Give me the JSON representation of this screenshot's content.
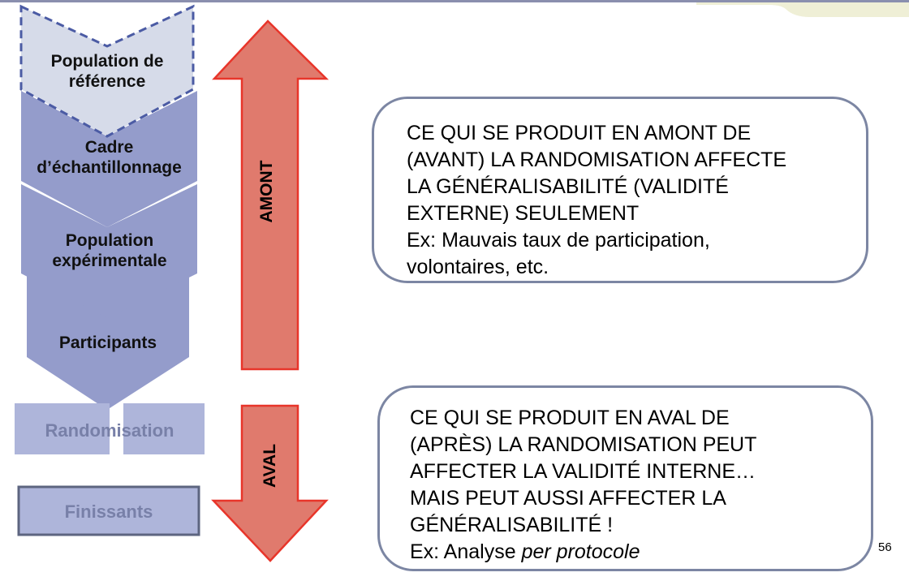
{
  "flow_steps": [
    "Population de référence",
    "Cadre d’échantillonnage",
    "Population expérimentale",
    "Participants"
  ],
  "randomisation_label": "Randomisation",
  "finissants_label": "Finissants",
  "arrows": {
    "up_label": "AMONT",
    "down_label": "AVAL",
    "color": "#e07a6d",
    "border_color": "#e8352a"
  },
  "callout_top": {
    "lines": [
      "CE QUI SE PRODUIT EN AMONT DE",
      "(AVANT) LA RANDOMISATION AFFECTE",
      "LA GÉNÉRALISABILITÉ (VALIDITÉ",
      "EXTERNE) SEULEMENT"
    ],
    "example_lines": [
      "Ex: Mauvais taux de participation,",
      "volontaires, etc."
    ]
  },
  "callout_bottom": {
    "lines": [
      "CE QUI SE PRODUIT EN AVAL DE",
      "(APRÈS) LA RANDOMISATION PEUT",
      "AFFECTER LA VALIDITÉ INTERNE…",
      "MAIS PEUT AUSSI AFFECTER LA",
      "GÉNÉRALISABILITÉ !"
    ],
    "example_prefix": "Ex: Analyse ",
    "example_italic": "per protocole"
  },
  "page_number": "56",
  "colors": {
    "chevron_fill": "#949ccb",
    "chevron_top_fill": "#d6dbe9",
    "chevron_top_border": "#4b5ba4",
    "box_fill": "#aeb5da",
    "box_border": "#5d6580",
    "callout_border": "#7c86a3"
  }
}
